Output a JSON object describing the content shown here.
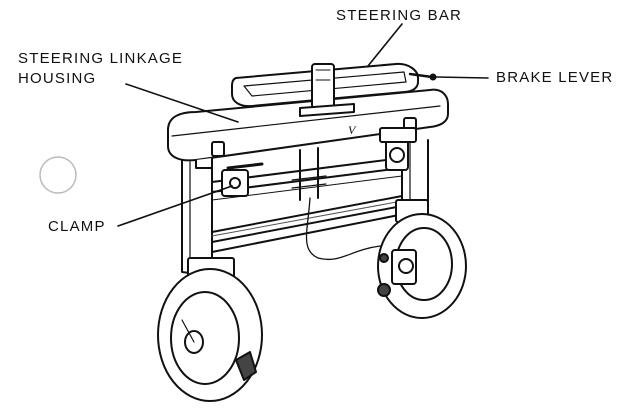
{
  "labels": {
    "steering_bar": "STEERING BAR",
    "steering_linkage_housing_line1": "STEERING LINKAGE",
    "steering_linkage_housing_line2": "HOUSING",
    "brake_lever": "BRAKE LEVER",
    "clamp": "CLAMP"
  },
  "colors": {
    "ink": "#111111",
    "paper": "#ffffff",
    "shade": "#555555"
  }
}
